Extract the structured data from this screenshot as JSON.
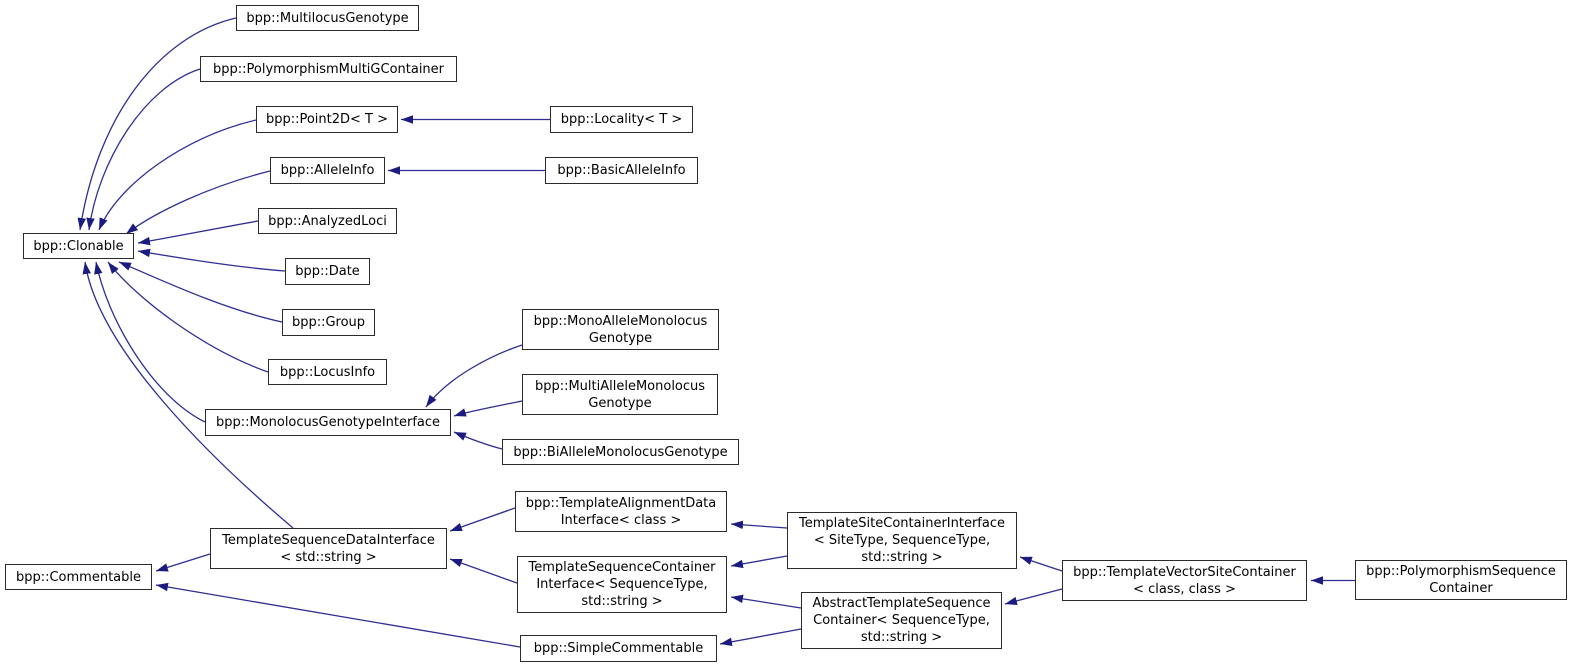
{
  "diagram": {
    "kind": "class-inheritance-graph",
    "colors": {
      "edge": "#2e2e94",
      "arrowhead": "#1c1c80",
      "box_border": "#2b2b2b",
      "box_fill": "#ffffff",
      "text": "#000000",
      "background": "#ffffff"
    },
    "nodes": [
      {
        "id": "clonable",
        "label": "bpp::Clonable"
      },
      {
        "id": "multilocus-genotype",
        "label": "bpp::MultilocusGenotype"
      },
      {
        "id": "polymorphism-multi-g-container",
        "label": "bpp::PolymorphismMultiGContainer"
      },
      {
        "id": "point2d",
        "label": "bpp::Point2D< T >"
      },
      {
        "id": "locality",
        "label": "bpp::Locality< T >"
      },
      {
        "id": "allele-info",
        "label": "bpp::AlleleInfo"
      },
      {
        "id": "basic-allele-info",
        "label": "bpp::BasicAlleleInfo"
      },
      {
        "id": "analyzed-loci",
        "label": "bpp::AnalyzedLoci"
      },
      {
        "id": "date",
        "label": "bpp::Date"
      },
      {
        "id": "group",
        "label": "bpp::Group"
      },
      {
        "id": "locus-info",
        "label": "bpp::LocusInfo"
      },
      {
        "id": "monolocus-genotype-interface",
        "label": "bpp::MonolocusGenotypeInterface"
      },
      {
        "id": "mono-allele-monolocus-genotype",
        "label": "bpp::MonoAlleleMonolocus\nGenotype"
      },
      {
        "id": "multi-allele-monolocus-genotype",
        "label": "bpp::MultiAlleleMonolocus\nGenotype"
      },
      {
        "id": "bi-allele-monolocus-genotype",
        "label": "bpp::BiAlleleMonolocusGenotype"
      },
      {
        "id": "commentable",
        "label": "bpp::Commentable"
      },
      {
        "id": "template-sequence-data-interface",
        "label": "TemplateSequenceDataInterface\n< std::string >"
      },
      {
        "id": "template-alignment-data-interface",
        "label": "bpp::TemplateAlignmentData\nInterface< class >"
      },
      {
        "id": "template-sequence-container-interface",
        "label": "TemplateSequenceContainer\nInterface< SequenceType,\nstd::string >"
      },
      {
        "id": "simple-commentable",
        "label": "bpp::SimpleCommentable"
      },
      {
        "id": "template-site-container-interface",
        "label": "TemplateSiteContainerInterface\n< SiteType, SequenceType,\nstd::string >"
      },
      {
        "id": "abstract-template-sequence-container",
        "label": "AbstractTemplateSequence\nContainer< SequenceType,\nstd::string >"
      },
      {
        "id": "template-vector-site-container",
        "label": "bpp::TemplateVectorSiteContainer\n< class, class >"
      },
      {
        "id": "polymorphism-sequence-container",
        "label": "bpp::PolymorphismSequence\nContainer"
      }
    ],
    "edges": [
      {
        "from": "multilocus-genotype",
        "to": "clonable"
      },
      {
        "from": "polymorphism-multi-g-container",
        "to": "clonable"
      },
      {
        "from": "point2d",
        "to": "clonable"
      },
      {
        "from": "allele-info",
        "to": "clonable"
      },
      {
        "from": "analyzed-loci",
        "to": "clonable"
      },
      {
        "from": "date",
        "to": "clonable"
      },
      {
        "from": "group",
        "to": "clonable"
      },
      {
        "from": "locus-info",
        "to": "clonable"
      },
      {
        "from": "monolocus-genotype-interface",
        "to": "clonable"
      },
      {
        "from": "template-sequence-data-interface",
        "to": "clonable"
      },
      {
        "from": "locality",
        "to": "point2d"
      },
      {
        "from": "basic-allele-info",
        "to": "allele-info"
      },
      {
        "from": "mono-allele-monolocus-genotype",
        "to": "monolocus-genotype-interface"
      },
      {
        "from": "multi-allele-monolocus-genotype",
        "to": "monolocus-genotype-interface"
      },
      {
        "from": "bi-allele-monolocus-genotype",
        "to": "monolocus-genotype-interface"
      },
      {
        "from": "template-sequence-data-interface",
        "to": "commentable"
      },
      {
        "from": "simple-commentable",
        "to": "commentable"
      },
      {
        "from": "template-alignment-data-interface",
        "to": "template-sequence-data-interface"
      },
      {
        "from": "template-sequence-container-interface",
        "to": "template-sequence-data-interface"
      },
      {
        "from": "template-site-container-interface",
        "to": "template-alignment-data-interface"
      },
      {
        "from": "template-site-container-interface",
        "to": "template-sequence-container-interface"
      },
      {
        "from": "abstract-template-sequence-container",
        "to": "template-sequence-container-interface"
      },
      {
        "from": "abstract-template-sequence-container",
        "to": "simple-commentable"
      },
      {
        "from": "template-vector-site-container",
        "to": "template-site-container-interface"
      },
      {
        "from": "template-vector-site-container",
        "to": "abstract-template-sequence-container"
      },
      {
        "from": "polymorphism-sequence-container",
        "to": "template-vector-site-container"
      }
    ]
  }
}
